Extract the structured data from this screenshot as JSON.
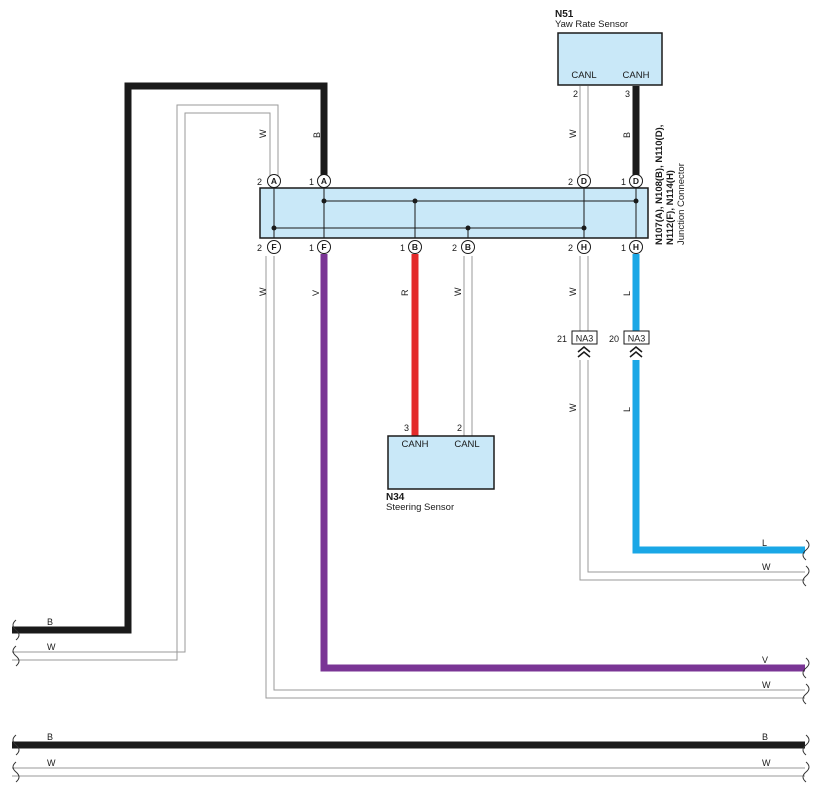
{
  "colors": {
    "black_wire": "#1a1a1a",
    "white_wire": "#9a9a9a",
    "red_wire": "#e32b2b",
    "violet_wire": "#7a3595",
    "blue_wire": "#1aa7e6",
    "component_fill": "#c9e8f8"
  },
  "yaw_rate_sensor": {
    "code": "N51",
    "name": "Yaw Rate Sensor",
    "pin_canl_label": "CANL",
    "pin_canh_label": "CANH",
    "pin_canl_num": "2",
    "pin_canh_num": "3"
  },
  "steering_sensor": {
    "code": "N34",
    "name": "Steering Sensor",
    "pin_canh_label": "CANH",
    "pin_canl_label": "CANL",
    "pin_canh_num": "3",
    "pin_canl_num": "2"
  },
  "junction_connector": {
    "line1_bold": "N107(A), N108(B), N110(D),",
    "line2_bold": "N112(F), N114(H)",
    "line3": "Junction Connector",
    "top_pins": [
      {
        "num": "2",
        "letter": "A"
      },
      {
        "num": "1",
        "letter": "A"
      },
      {
        "num": "2",
        "letter": "D"
      },
      {
        "num": "1",
        "letter": "D"
      }
    ],
    "bottom_pins": [
      {
        "num": "2",
        "letter": "F"
      },
      {
        "num": "1",
        "letter": "F"
      },
      {
        "num": "1",
        "letter": "B"
      },
      {
        "num": "2",
        "letter": "B"
      },
      {
        "num": "2",
        "letter": "H"
      },
      {
        "num": "1",
        "letter": "H"
      }
    ]
  },
  "inline_connectors": [
    {
      "pin": "21",
      "name": "NA3"
    },
    {
      "pin": "20",
      "name": "NA3"
    }
  ],
  "wire_labels": {
    "top_w": "W",
    "top_b": "B",
    "yaw_w": "W",
    "yaw_b": "B",
    "f2_w": "W",
    "f1_v": "V",
    "b1_r": "R",
    "b2_w": "W",
    "h2_w": "W",
    "h1_l": "L",
    "na3_21_w": "W",
    "na3_20_l": "L",
    "right_l": "L",
    "right_w1": "W",
    "left_b": "B",
    "left_w": "W",
    "right_v": "V",
    "right_w2": "W",
    "bottom_b_left": "B",
    "bottom_b_right": "B",
    "bottom_w_left": "W",
    "bottom_w_right": "W"
  }
}
